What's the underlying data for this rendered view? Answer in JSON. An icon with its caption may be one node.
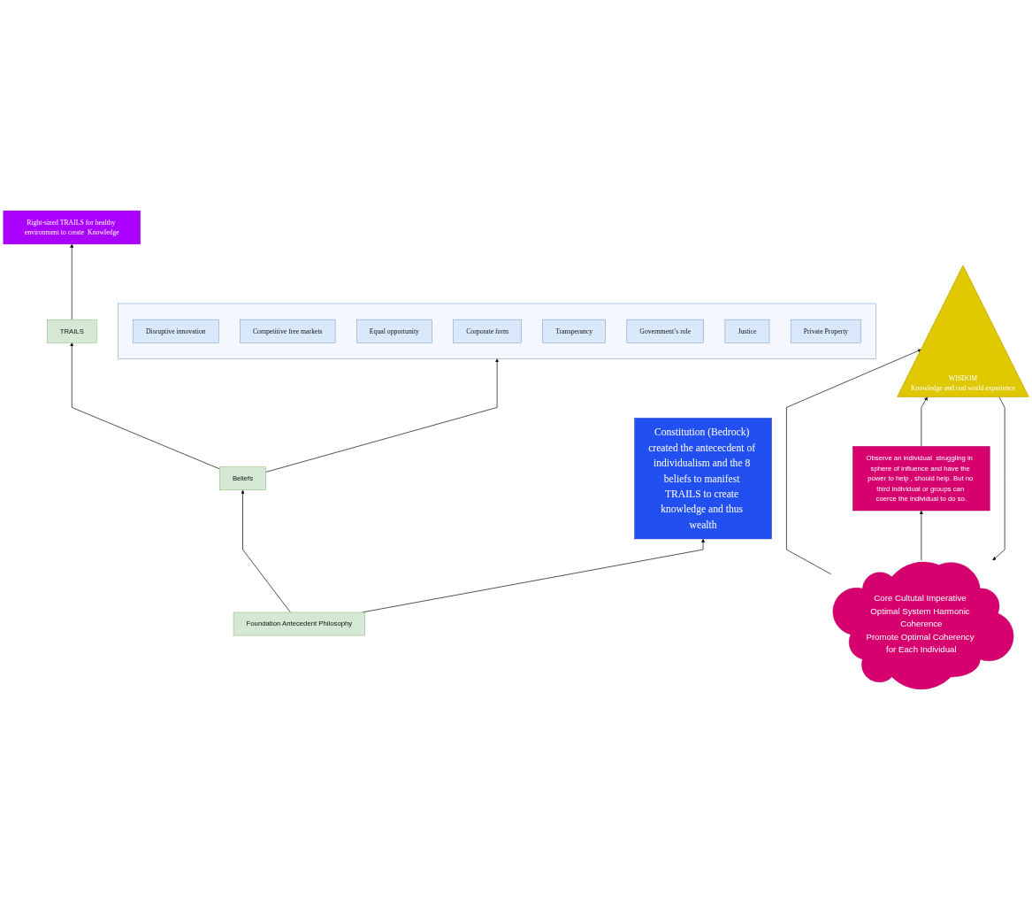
{
  "diagram": {
    "nodes": [
      {
        "text": [
          "Core Cultutal Imperative Optimal System Harmonic Coherence",
          "Promote Optimal Coherency for Each Individual"
        ]
      },
      {
        "text": [
          "WISDOM",
          "Knowledge and real world experience"
        ]
      },
      {
        "text": [
          "Right-sized TRAILS for healthy environment to create  Knowledge"
        ]
      },
      {
        "text": [],
        "shape": "box"
      },
      {
        "text": [
          "Disruptive innovation"
        ],
        "in": 3
      },
      {
        "text": [
          "Competitive free markets"
        ],
        "in": 3
      },
      {
        "text": [
          "Equal opportunity"
        ],
        "in": 3
      },
      {
        "text": [
          "Corporate form"
        ],
        "in": 3
      },
      {
        "text": [
          "Transperancy"
        ],
        "in": 3
      },
      {
        "text": [
          "Government’s role"
        ],
        "in": 3
      },
      {
        "text": [
          "Justice"
        ],
        "in": 3
      },
      {
        "text": [
          "Private Property"
        ],
        "in": 3
      },
      {
        "text": [
          "Constitution (Bedrock) created the antececdent of  individualism and the 8  beliefs to manifest TRAILS to create knowledge and thus wealth"
        ]
      },
      {
        "text": [
          "TRAILS"
        ]
      },
      {
        "text": [
          "Beliefs"
        ]
      },
      {
        "text": [
          "Foundation Antecedent Philosophy"
        ]
      },
      {
        "text": [
          "Observe an individual  struggling in  sphere of influence and have the power to help , should help. But no third individual or groups can coerce the individual to do so."
        ]
      }
    ],
    "edges": [
      {
        "from": 1,
        "to": 0,
        "arrow": "to"
      },
      {
        "from": 0,
        "to": 1,
        "arrow": "to"
      },
      {
        "from": 0,
        "to": 16,
        "arrow": "to"
      },
      {
        "from": 16,
        "to": 1,
        "arrow": "to"
      },
      {
        "from": 13,
        "to": 2,
        "arrow": "to"
      },
      {
        "from": 14,
        "to": 13,
        "arrow": "to"
      },
      {
        "from": 14,
        "to": 3,
        "arrow": "to"
      },
      {
        "from": 15,
        "to": 14,
        "arrow": "to"
      },
      {
        "from": 15,
        "to": 12,
        "arrow": "to"
      }
    ]
  }
}
